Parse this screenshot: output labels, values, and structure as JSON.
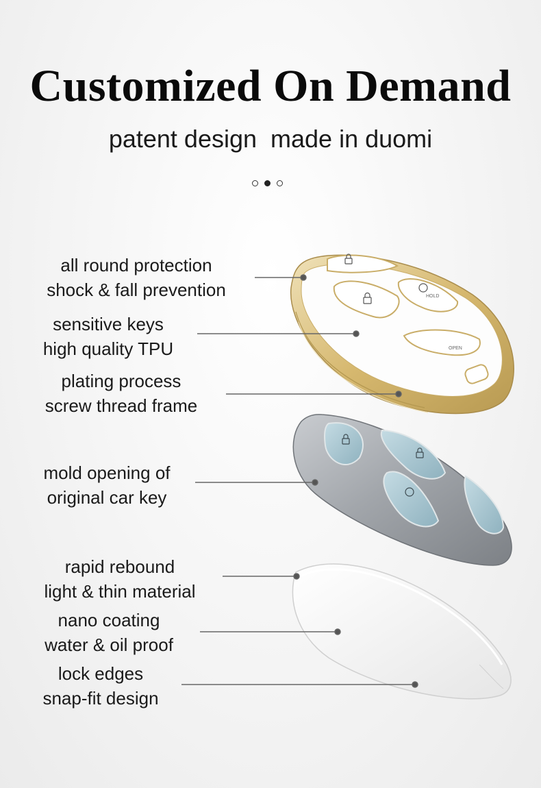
{
  "header": {
    "title": "Customized On Demand",
    "subtitle": "patent design  made in duomi"
  },
  "carousel": {
    "current": 2,
    "total": 3
  },
  "features": [
    {
      "line1": "all round protection",
      "line2": "shock & fall prevention"
    },
    {
      "line1": "sensitive keys",
      "line2": "high quality TPU"
    },
    {
      "line1": "plating process",
      "line2": "screw thread frame"
    },
    {
      "line1": "mold opening of",
      "line2": "original car key"
    },
    {
      "line1": "rapid rebound",
      "line2": "light & thin material"
    },
    {
      "line1": "nano coating",
      "line2": "water & oil proof"
    },
    {
      "line1": "lock edges",
      "line2": "snap-fit design"
    }
  ],
  "key_buttons": {
    "hold": "HOLD",
    "open": "OPEN"
  },
  "colors": {
    "gold_frame": "#d7bd7e",
    "cover_white": "#fdfdfd",
    "shell_silver": "#9fa3a8",
    "button_blue": "#a9c5cf",
    "leader_line": "#666666"
  }
}
